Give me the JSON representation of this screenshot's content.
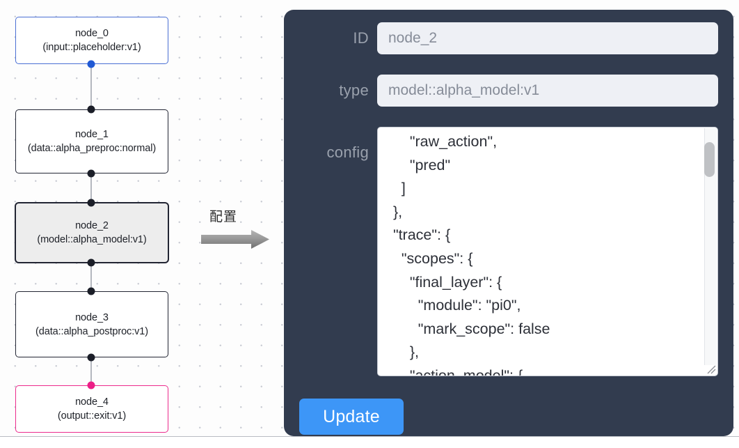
{
  "canvas": {
    "nodes": [
      {
        "id": "node_0",
        "label": "node_0\n(input::placeholder:v1)",
        "kind": "input",
        "selected": false
      },
      {
        "id": "node_1",
        "label": "node_1\n(data::alpha_preproc:normal)",
        "kind": "default",
        "selected": false
      },
      {
        "id": "node_2",
        "label": "node_2\n(model::alpha_model:v1)",
        "kind": "default",
        "selected": true
      },
      {
        "id": "node_3",
        "label": "node_3\n(data::alpha_postproc:v1)",
        "kind": "default",
        "selected": false
      },
      {
        "id": "node_4",
        "label": "node_4\n(output::exit:v1)",
        "kind": "output",
        "selected": false
      }
    ],
    "colors": {
      "input_border": "#4a6fd4",
      "output_border": "#ec2a8c",
      "default_border": "#222533",
      "selected_fill": "#ededed",
      "edge": "#b4b7bf",
      "handle": "#1b1e28",
      "handle_input": "#2059d4",
      "handle_output": "#ec1f87"
    }
  },
  "arrow": {
    "caption": "配置",
    "icon": "arrow-right-icon",
    "color": "#8a8a8a"
  },
  "panel": {
    "background": "#323c4f",
    "fields": {
      "id": {
        "label": "ID",
        "value": "node_2",
        "placeholder": "node_2"
      },
      "type": {
        "label": "type",
        "value": "model::alpha_model:v1",
        "placeholder": "model::alpha_model:v1"
      },
      "config": {
        "label": "config",
        "value": "      \"raw_action\",\n      \"pred\"\n    ]\n  },\n  \"trace\": {\n    \"scopes\": {\n      \"final_layer\": {\n        \"module\": \"pi0\",\n        \"mark_scope\": false\n      },\n      \"action_model\": {"
      }
    },
    "update_button": {
      "label": "Update",
      "color": "#3d96f7"
    },
    "scrollbar": {
      "name": "config-scrollbar",
      "thumb_color": "#bfc1c4"
    },
    "resize_handle": "resize-grip-icon"
  }
}
